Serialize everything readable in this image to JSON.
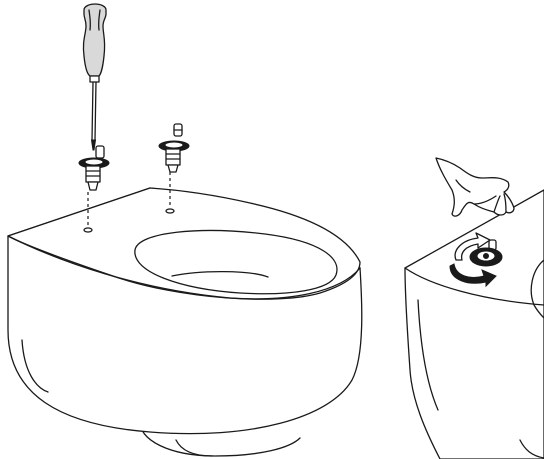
{
  "illustration": {
    "panels": [
      {
        "id": "step-insert-fixings",
        "objects": [
          "screwdriver",
          "fixing-bolt-left",
          "fixing-bolt-right",
          "toilet-bowl"
        ]
      },
      {
        "id": "step-tighten-fixing",
        "objects": [
          "hand",
          "rotation-arrow",
          "fixing-bolt",
          "toilet-bowl-partial"
        ]
      }
    ],
    "colors": {
      "line": "#1a1a1a",
      "background": "#ffffff",
      "handle_fill": "#d9d9d9"
    }
  }
}
